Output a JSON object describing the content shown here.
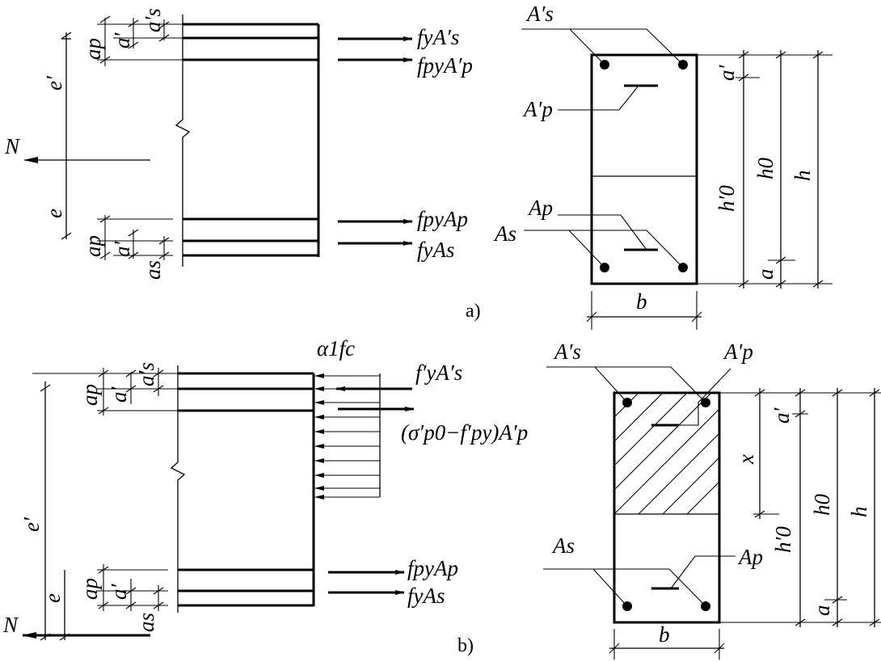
{
  "labels": {
    "fy_As_prime": "fyA′s",
    "fpy_Ap_prime": "fpyA′p",
    "fpy_Ap": "fpyAp",
    "fy_As": "fyAs",
    "N": "N",
    "e_prime": "e′",
    "e": "e",
    "a_p": "ap",
    "a_prime": "a′",
    "a_s_prime": "a′s",
    "a_s": "as",
    "As_prime": "A′s",
    "Ap_prime": "A′p",
    "Ap": "Ap",
    "As": "As",
    "a": "a",
    "h0": "h0",
    "h0_prime": "h′0",
    "h": "h",
    "b": "b",
    "x": "x",
    "alpha1_fc": "α1fc",
    "fy_As_prime_b": "f′yA′s",
    "sigma_p0": "(σ′p0−f′py)A′p"
  },
  "captions": {
    "a": "a)",
    "b": "b)"
  }
}
